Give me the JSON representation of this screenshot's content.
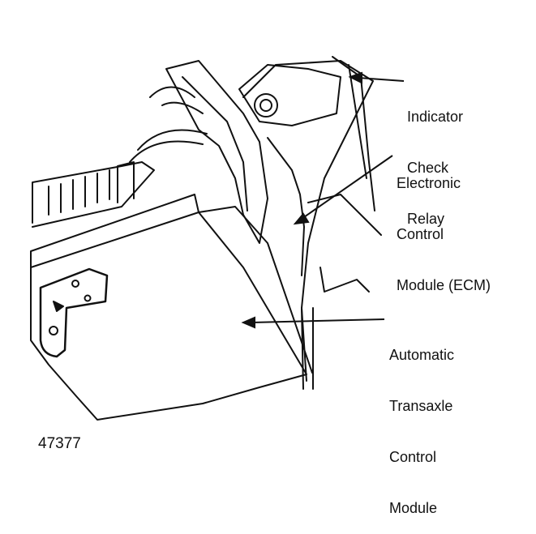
{
  "figure_number": "47377",
  "callouts": {
    "indicator_check_relay": [
      "Indicator",
      "Check",
      "Relay"
    ],
    "ecm": [
      "Electronic",
      "Control",
      "Module (ECM)"
    ],
    "atcm": [
      "Automatic",
      "Transaxle",
      "Control",
      "Module"
    ]
  },
  "colors": {
    "ink": "#111111",
    "paper": "#ffffff"
  }
}
